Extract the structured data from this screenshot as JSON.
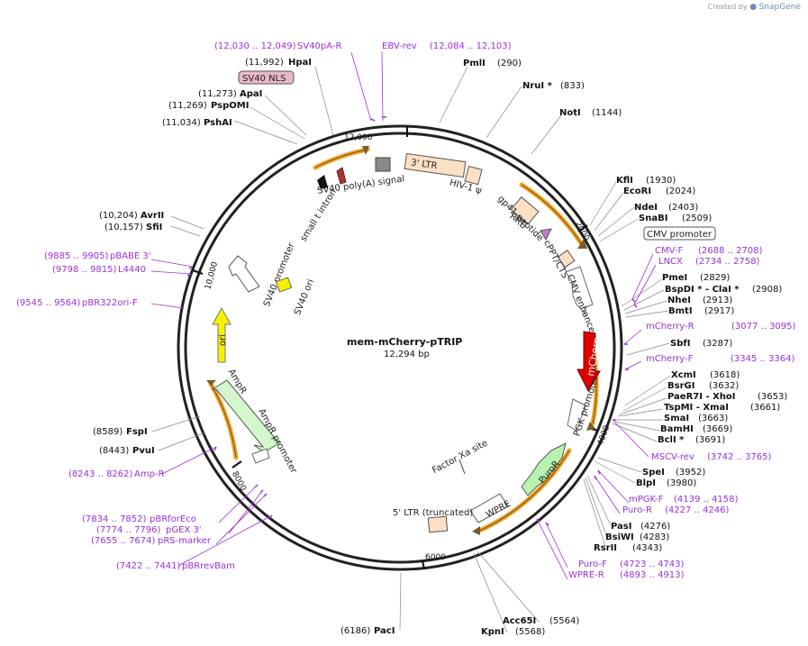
{
  "credit": {
    "created_by": "Created by",
    "brand": "SnapGene"
  },
  "plasmid": {
    "name": "mem-mCherry-pTRIP",
    "size": "12,294 bp"
  },
  "ticks": [
    "2000",
    "4000",
    "6000",
    "8000",
    "10,000",
    "12,000"
  ],
  "features": {
    "ltr3": "3' LTR",
    "hiv": "HIV-1 ψ",
    "rre": "RRE",
    "gp41": "gp41 peptide",
    "cppt": "cPPT/CTS",
    "cmv_enh": "CMV enhancer",
    "cmv_prom": "CMV promoter",
    "mcherry": "mCherry",
    "pgk": "PGK promoter",
    "puror": "PuroR",
    "factor": "Factor Xa site",
    "wpre": "WPRE",
    "ltr5": "5' LTR (truncated)",
    "ampr_prom": "AmpR promoter",
    "ampr": "AmpR",
    "ori": "ori",
    "sv40_prom": "SV40 promoter",
    "sv40_ori": "SV40 ori",
    "small_t": "small t intron",
    "sv40_polya": "SV40 poly(A) signal",
    "sv40_nls": "SV40 NLS"
  },
  "sites": [
    {
      "name": "HpaI",
      "pos": "(11,992)"
    },
    {
      "name": "PmlI",
      "pos": "(290)"
    },
    {
      "name": "NruI *",
      "pos": "(833)"
    },
    {
      "name": "NotI",
      "pos": "(1144)"
    },
    {
      "name": "ApaI",
      "pos": "(11,273)"
    },
    {
      "name": "PspOMI",
      "pos": "(11,269)"
    },
    {
      "name": "PshAI",
      "pos": "(11,034)"
    },
    {
      "name": "KflI",
      "pos": "(1930)"
    },
    {
      "name": "EcoRI",
      "pos": "(2024)"
    },
    {
      "name": "NdeI",
      "pos": "(2403)"
    },
    {
      "name": "SnaBI",
      "pos": "(2509)"
    },
    {
      "name": "AvrII",
      "pos": "(10,204)"
    },
    {
      "name": "SfiI",
      "pos": "(10,157)"
    },
    {
      "name": "PmeI",
      "pos": "(2829)"
    },
    {
      "name": "BspDI * - ClaI *",
      "pos": "(2908)"
    },
    {
      "name": "NheI",
      "pos": "(2913)"
    },
    {
      "name": "BmtI",
      "pos": "(2917)"
    },
    {
      "name": "SbfI",
      "pos": "(3287)"
    },
    {
      "name": "XcmI",
      "pos": "(3618)"
    },
    {
      "name": "BsrGI",
      "pos": "(3632)"
    },
    {
      "name": "PaeR7I - XhoI",
      "pos": "(3653)"
    },
    {
      "name": "TspMI - XmaI",
      "pos": "(3661)"
    },
    {
      "name": "SmaI",
      "pos": "(3663)"
    },
    {
      "name": "BamHI",
      "pos": "(3669)"
    },
    {
      "name": "BclI *",
      "pos": "(3691)"
    },
    {
      "name": "FspI",
      "pos": "(8589)"
    },
    {
      "name": "PvuI",
      "pos": "(8443)"
    },
    {
      "name": "SpeI",
      "pos": "(3952)"
    },
    {
      "name": "BlpI",
      "pos": "(3980)"
    },
    {
      "name": "PasI",
      "pos": "(4276)"
    },
    {
      "name": "BsiWI",
      "pos": "(4283)"
    },
    {
      "name": "RsrII",
      "pos": "(4343)"
    },
    {
      "name": "Acc65I",
      "pos": "(5564)"
    },
    {
      "name": "KpnI",
      "pos": "(5568)"
    },
    {
      "name": "PacI",
      "pos": "(6186)"
    }
  ],
  "primers": [
    {
      "name": "SV40pA-R",
      "pos": "(12,030 .. 12,049)"
    },
    {
      "name": "EBV-rev",
      "pos": "(12,084 .. 12,103)"
    },
    {
      "name": "CMV-F",
      "pos": "(2688 .. 2708)"
    },
    {
      "name": "LNCX",
      "pos": "(2734 .. 2758)"
    },
    {
      "name": "pBABE 3'",
      "pos": "(9885 .. 9905)"
    },
    {
      "name": "L4440",
      "pos": "(9798 .. 9815)"
    },
    {
      "name": "pBR322ori-F",
      "pos": "(9545 .. 9564)"
    },
    {
      "name": "mCherry-R",
      "pos": "(3077 .. 3095)"
    },
    {
      "name": "mCherry-F",
      "pos": "(3345 .. 3364)"
    },
    {
      "name": "MSCV-rev",
      "pos": "(3742 .. 3765)"
    },
    {
      "name": "Amp-R",
      "pos": "(8243 .. 8262)"
    },
    {
      "name": "mPGK-F",
      "pos": "(4139 .. 4158)"
    },
    {
      "name": "Puro-R",
      "pos": "(4227 .. 4246)"
    },
    {
      "name": "pBRforEco",
      "pos": "(7834 .. 7852)"
    },
    {
      "name": "pGEX 3'",
      "pos": "(7774 .. 7796)"
    },
    {
      "name": "pRS-marker",
      "pos": "(7655 .. 7674)"
    },
    {
      "name": "Puro-F",
      "pos": "(4723 .. 4743)"
    },
    {
      "name": "WPRE-R",
      "pos": "(4893 .. 4913)"
    },
    {
      "name": "pBRrevBam",
      "pos": "(7422 .. 7441)"
    }
  ],
  "colors": {
    "primer": "#9b30d9",
    "orf_orange": "#f5a623",
    "mcherry": "#e00000",
    "ori": "#f7f000",
    "puror": "#b8f2b0",
    "promoter": "#ffffff",
    "ltr": "#fde0c4"
  }
}
